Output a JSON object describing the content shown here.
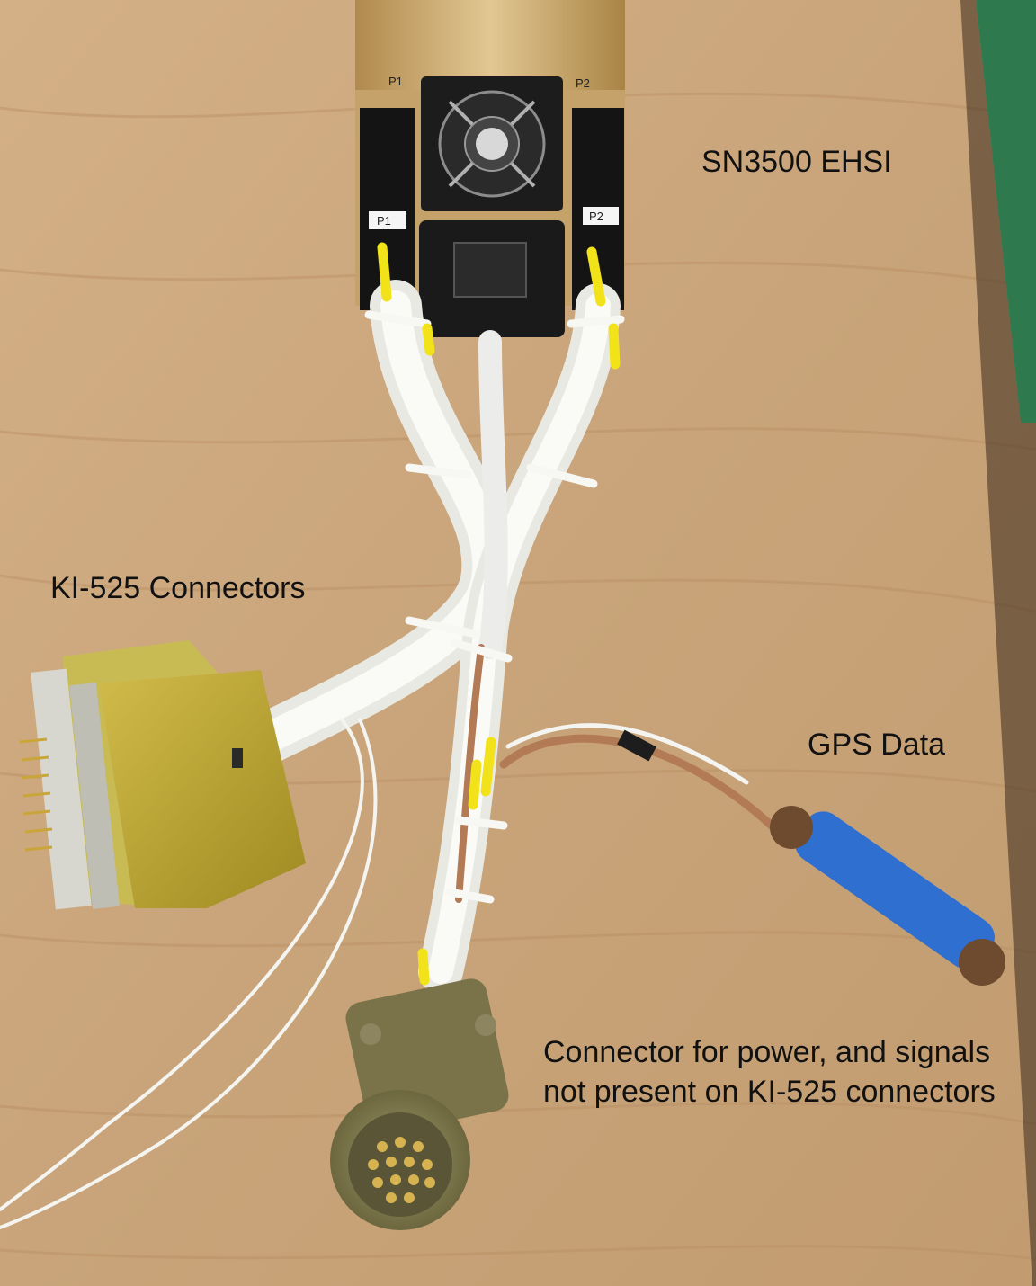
{
  "callouts": {
    "ehsi": "SN3500 EHSI",
    "ki525": "KI-525 Connectors",
    "gps": "GPS Data",
    "connector": "Connector for power, and signals not present on KI-525 connectors"
  },
  "unit_labels": {
    "p1_top": "P1",
    "p2_top": "P2",
    "p1_tag": "P1",
    "p2_tag": "P2"
  },
  "colors": {
    "desk": "#c9a47a",
    "desk_grain": "#b88f63",
    "unit_body": "#c9a463",
    "wire": "#f4f4f0",
    "yellow_sleeve": "#f2e21a",
    "blue_handle": "#2e6fd0",
    "brass": "#b8a02c",
    "circular_connector": "#8a8356",
    "wall_green": "#2e7a4e"
  }
}
